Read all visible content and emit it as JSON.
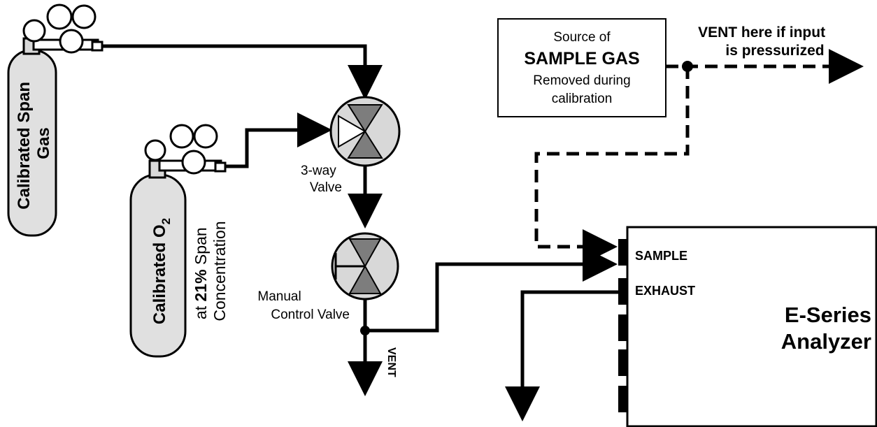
{
  "cylinder_span": {
    "label": "Calibrated Span",
    "label_line2": "Gas"
  },
  "cylinder_o2": {
    "label_prefix": "Calibrated O",
    "label_sub": "2",
    "caption_pre": "at ",
    "caption_bold": "21%",
    "caption_post": " Span",
    "caption_line2": "Concentration"
  },
  "three_way_valve": {
    "label_line1": "3-way",
    "label_line2": "Valve"
  },
  "manual_valve": {
    "label_line1": "Manual",
    "label_line2": "Control Valve"
  },
  "vent_bottom": {
    "label": "VENT"
  },
  "source_box": {
    "line1": "Source of",
    "line2": "SAMPLE GAS",
    "line3": "Removed during",
    "line4": "calibration"
  },
  "vent_top": {
    "label_bold": "VENT",
    "label_rest": " here if input",
    "label_line2": "is pressurized"
  },
  "analyzer": {
    "title_line1": "E-Series",
    "title_line2": "Analyzer",
    "port_sample": "SAMPLE",
    "port_exhaust": "EXHAUST"
  }
}
